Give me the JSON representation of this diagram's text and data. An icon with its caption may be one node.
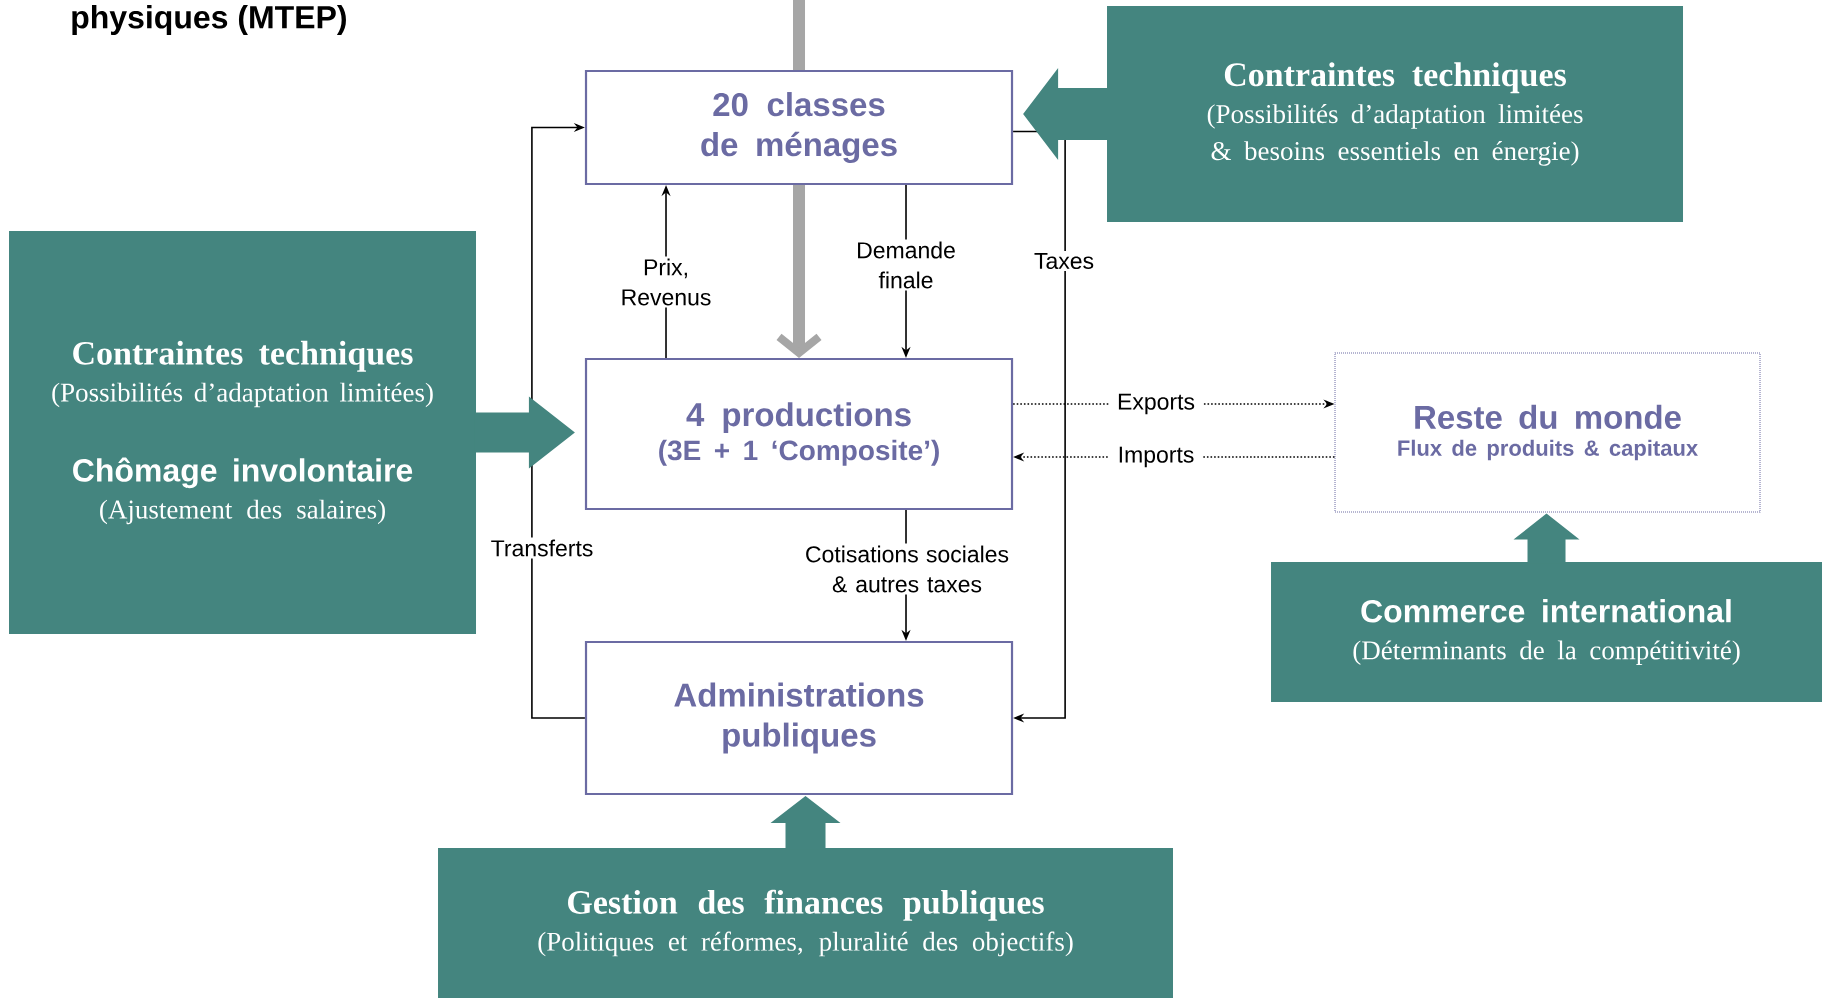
{
  "diagram": {
    "nodes": [
      {
        "text": [
          "20 classes de ménages"
        ]
      },
      {
        "text": [
          "4 productions",
          "(3E + 1 ‘Composite’)"
        ]
      },
      {
        "text": [
          "Administrations publiques"
        ]
      },
      {
        "text": [
          "Reste du monde",
          "Flux de produits & capitaux"
        ]
      },
      {
        "text": [
          "Contraintes techniques",
          "(Possibilités d’adaptation limitées & besoins essentiels en énergie)"
        ]
      },
      {
        "text": [
          "Contraintes techniques",
          "(Possibilités d’adaptation limitées)",
          "Chômage involontaire",
          "(Ajustement des salaires)"
        ]
      },
      {
        "text": [
          "Commerce international",
          "(Déterminants de la compétitivité)"
        ]
      },
      {
        "text": [
          "Gestion des finances publiques",
          "(Politiques et réformes, pluralité des objectifs)"
        ]
      }
    ],
    "edges": [
      {
        "from": null,
        "to": 0,
        "arrow": "none",
        "style": "thick",
        "color": "#a6a6a6"
      },
      {
        "from": 0,
        "to": 1,
        "arrow": "to",
        "style": "thick",
        "color": "#a6a6a6"
      },
      {
        "from": 1,
        "to": 0,
        "arrow": "to",
        "label": "Prix, Revenus"
      },
      {
        "from": 0,
        "to": 1,
        "arrow": "to",
        "label": "Demande finale"
      },
      {
        "from": 0,
        "to": 2,
        "arrow": "to",
        "label": "Taxes"
      },
      {
        "from": 2,
        "to": 0,
        "arrow": "to",
        "label": "Transferts"
      },
      {
        "from": 1,
        "to": 3,
        "arrow": "to",
        "label": "Exports",
        "style": "dashed"
      },
      {
        "from": 3,
        "to": 1,
        "arrow": "to",
        "label": "Imports",
        "style": "dashed"
      },
      {
        "from": 1,
        "to": 2,
        "arrow": "to",
        "label": "Cotisations sociales & autres taxes"
      },
      {
        "from": 4,
        "to": 0,
        "arrow": "to",
        "style": "thick",
        "color": "#44857f"
      },
      {
        "from": 5,
        "to": 1,
        "arrow": "to",
        "style": "thick",
        "color": "#44857f"
      },
      {
        "from": 6,
        "to": 3,
        "arrow": "to",
        "style": "thick",
        "color": "#44857f"
      },
      {
        "from": 7,
        "to": 2,
        "arrow": "to",
        "style": "thick",
        "color": "#44857f"
      }
    ],
    "labels": [
      "physiques (MTEP)"
    ]
  }
}
